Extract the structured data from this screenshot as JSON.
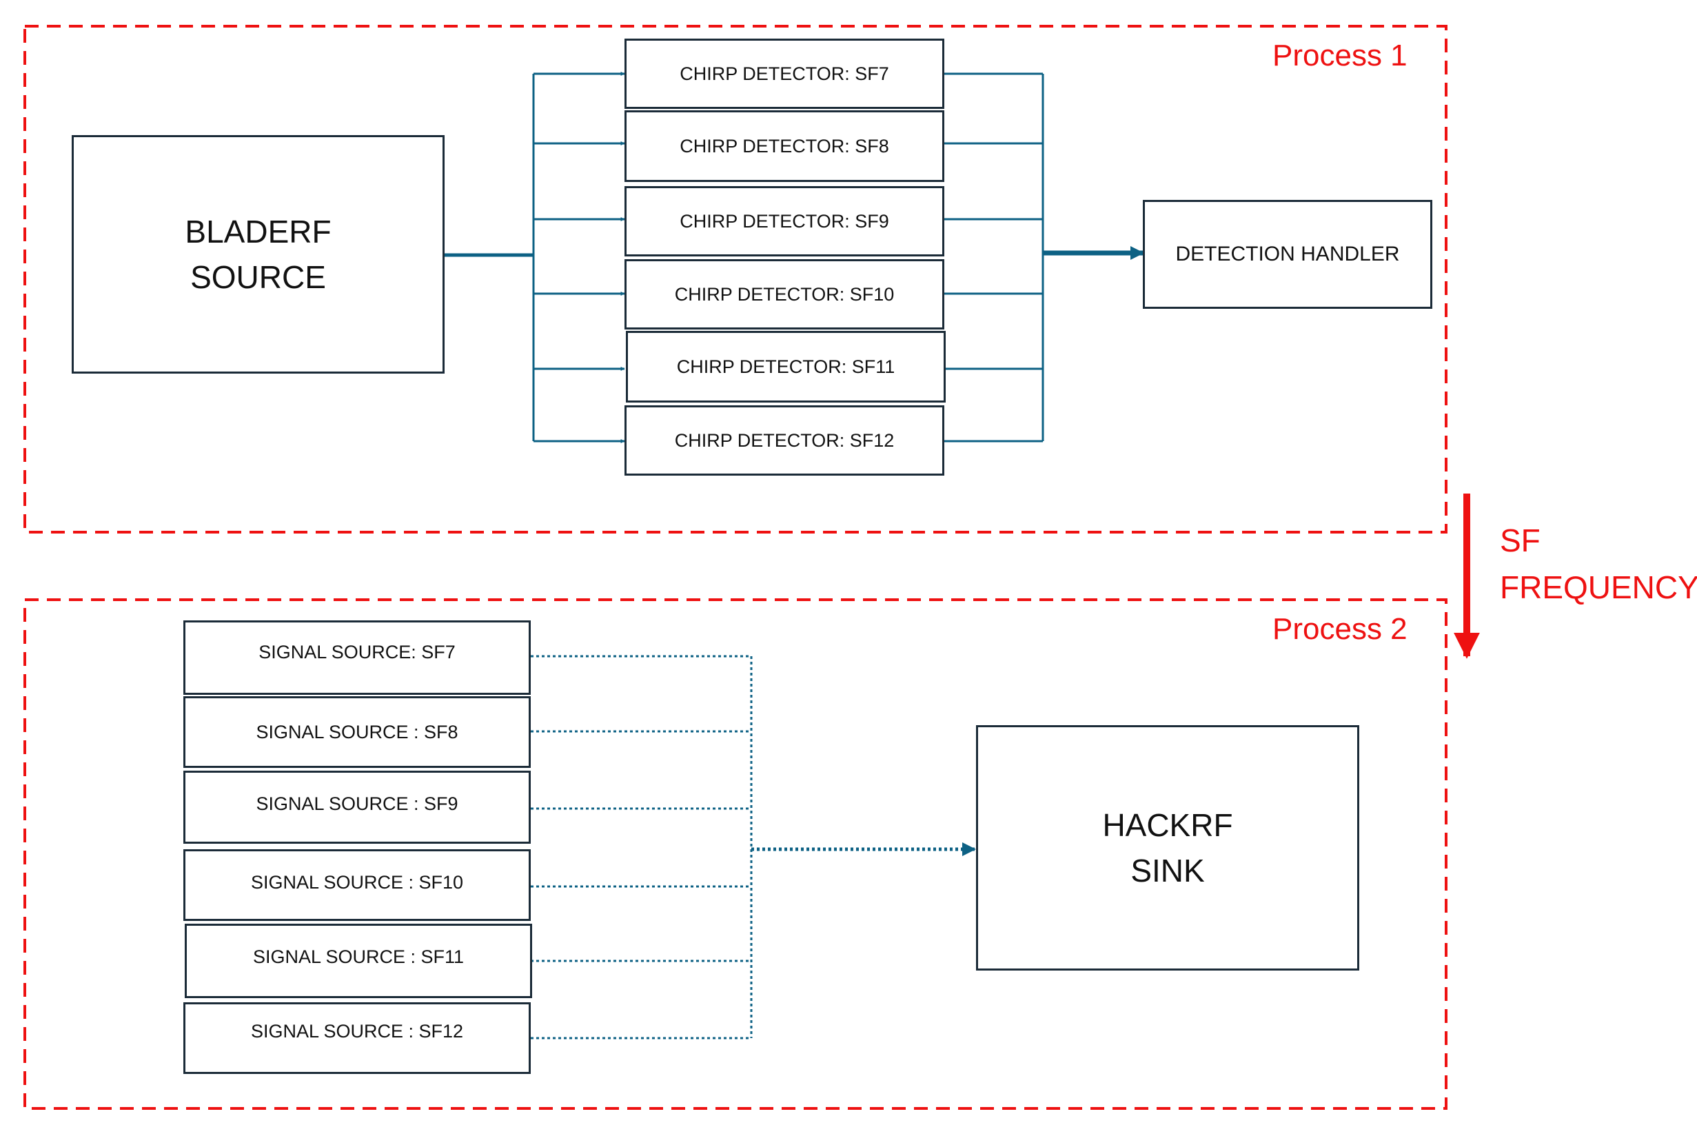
{
  "colors": {
    "process_border": "#ee1111",
    "connector": "#0d6184",
    "box_border": "#1b2b38",
    "label_text": "#ee1111"
  },
  "process1": {
    "label": "Process 1",
    "source": {
      "line1": "BLADERF",
      "line2": "SOURCE"
    },
    "detectors": [
      "CHIRP DETECTOR: SF7",
      "CHIRP DETECTOR: SF8",
      "CHIRP DETECTOR: SF9",
      "CHIRP DETECTOR: SF10",
      "CHIRP DETECTOR: SF11",
      "CHIRP DETECTOR: SF12"
    ],
    "handler": "DETECTION HANDLER"
  },
  "transfer": {
    "line1": "SF",
    "line2": "FREQUENCY"
  },
  "process2": {
    "label": "Process 2",
    "sources": [
      "SIGNAL SOURCE: SF7",
      "SIGNAL SOURCE : SF8",
      "SIGNAL SOURCE : SF9",
      "SIGNAL SOURCE : SF10",
      "SIGNAL SOURCE : SF11",
      "SIGNAL SOURCE : SF12"
    ],
    "sink": {
      "line1": "HACKRF",
      "line2": "SINK"
    }
  }
}
